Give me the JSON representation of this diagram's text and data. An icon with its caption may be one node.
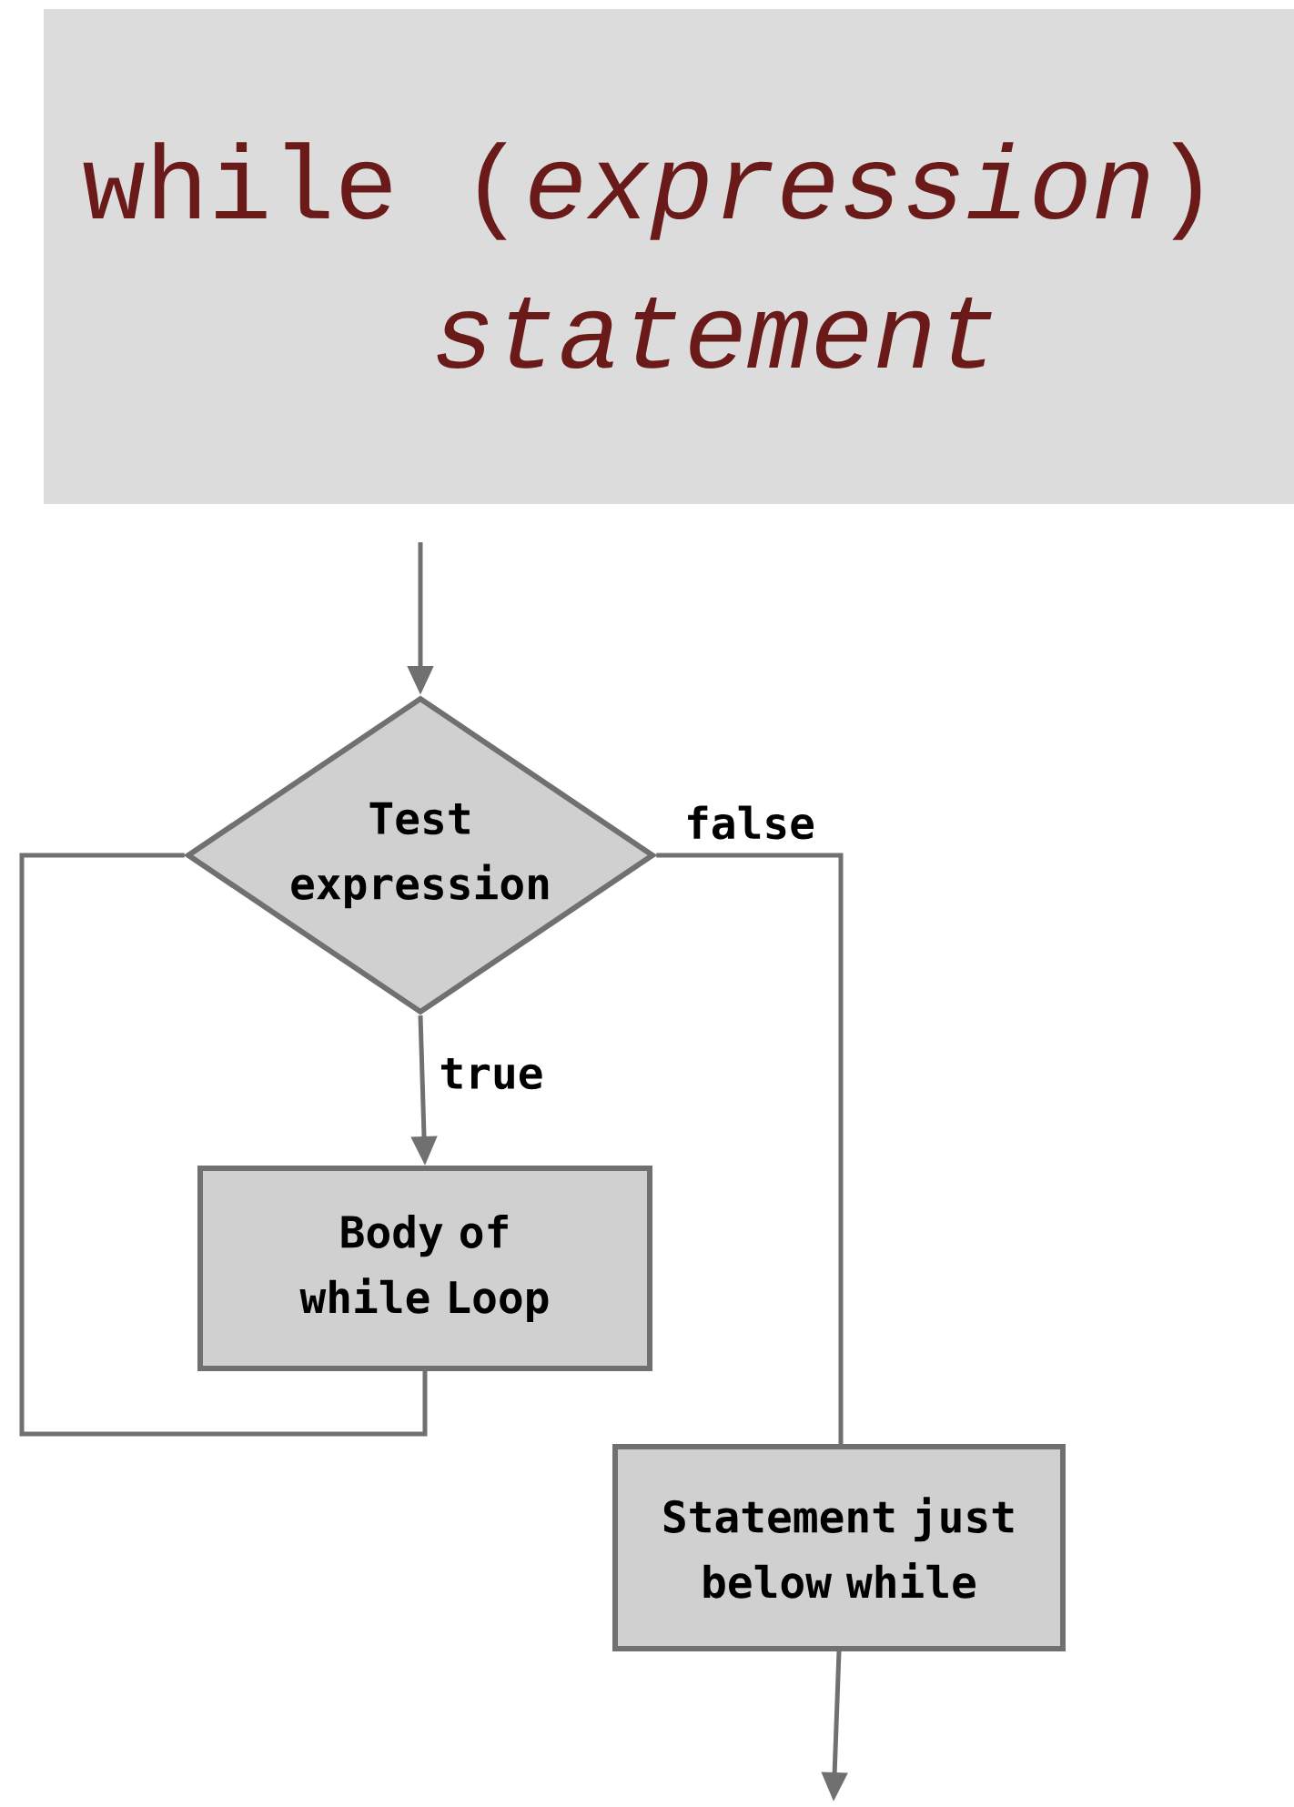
{
  "diagram": {
    "nodes": [
      {
        "text": [
          "while (*expression*)",
          "*statement*"
        ]
      },
      {
        "text": [
          "Test expression"
        ]
      },
      {
        "text": [
          "Body of while Loop"
        ]
      },
      {
        "text": [
          "Statement just below while"
        ]
      }
    ],
    "edges": [
      {
        "from": null,
        "to": 1,
        "arrow": "to"
      },
      {
        "from": 1,
        "to": 2,
        "arrow": "to",
        "label": "true"
      },
      {
        "from": 2,
        "to": 1,
        "arrow": "none"
      },
      {
        "from": 1,
        "to": 3,
        "arrow": "none",
        "label": "false"
      },
      {
        "from": 3,
        "to": null,
        "arrow": "to"
      }
    ]
  }
}
